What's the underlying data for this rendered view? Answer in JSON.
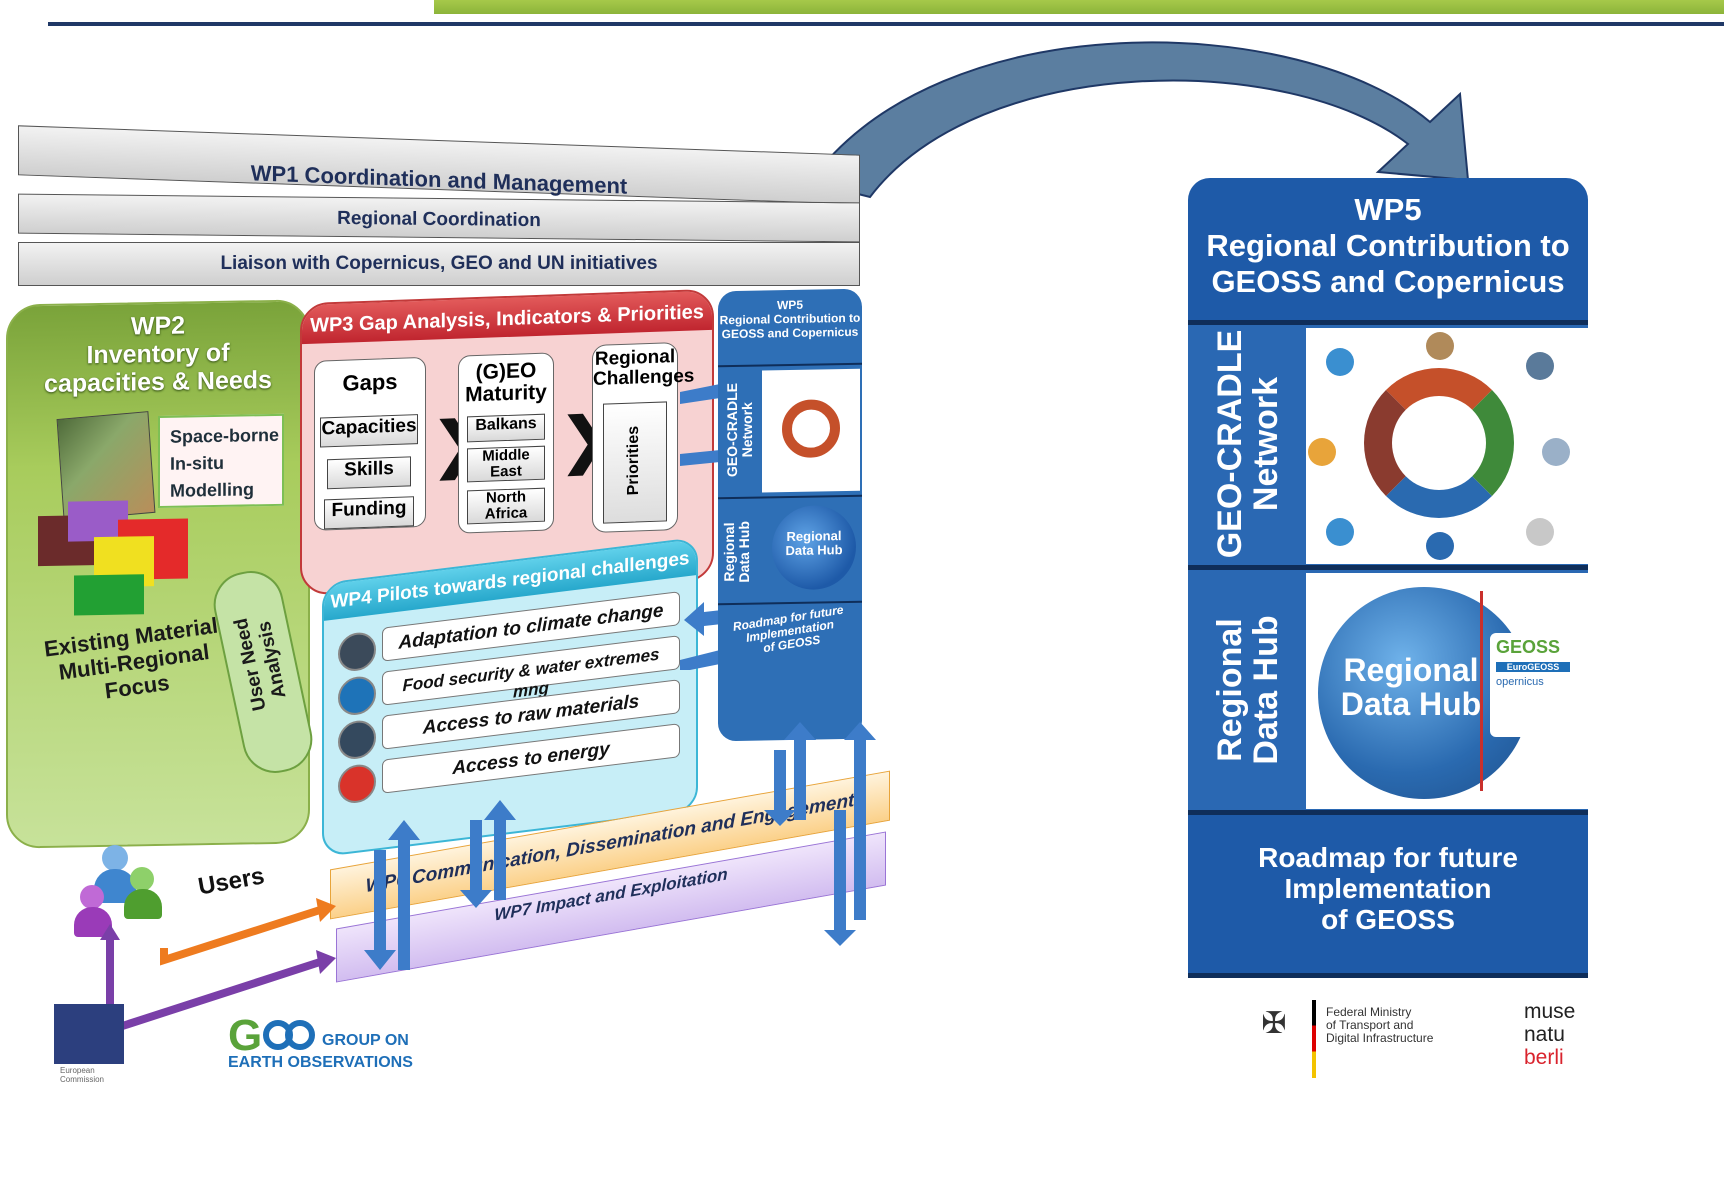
{
  "wp1": {
    "title": "WP1 Coordination and Management",
    "regional": "Regional Coordination",
    "liaison": "Liaison with Copernicus, GEO and UN initiatives"
  },
  "wp2": {
    "title_lines": [
      "WP2",
      "Inventory of",
      "capacities & Needs"
    ],
    "data_sources": [
      "Space-borne",
      "In-situ",
      "Modelling"
    ],
    "existing": [
      "Existing Material",
      "Multi-Regional",
      "Focus"
    ],
    "user_need": [
      "User Need",
      "Analysis"
    ]
  },
  "wp3": {
    "title": "WP3 Gap Analysis, Indicators & Priorities",
    "gaps_label": "Gaps",
    "gaps": [
      "Capacities",
      "Skills",
      "Funding"
    ],
    "maturity_label": [
      "(G)EO",
      "Maturity"
    ],
    "regions": [
      "Balkans",
      "Middle East",
      "North Africa"
    ],
    "challenges_label": [
      "Regional",
      "Challenges"
    ],
    "priorities": "Priorities"
  },
  "wp4": {
    "title": "WP4 Pilots towards regional challenges",
    "pilots": [
      "Adaptation to climate change",
      "Food security & water extremes mng",
      "Access to raw materials",
      "Access to energy"
    ]
  },
  "wp5_small": {
    "title_lines": [
      "WP5",
      "Regional Contribution to",
      "GEOSS and Copernicus"
    ],
    "network": [
      "GEO-CRADLE",
      "Network"
    ],
    "hub_side": [
      "Regional",
      "Data Hub"
    ],
    "hub": [
      "Regional",
      "Data Hub"
    ],
    "roadmap": [
      "Roadmap for future",
      "Implementation",
      "of GEOSS"
    ]
  },
  "wp6": "WP6 Communication, Dissemination and Engagement",
  "wp7": "WP7 Impact and Exploitation",
  "users": "Users",
  "wp5_large": {
    "title_lines": [
      "WP5",
      "Regional Contribution to",
      "GEOSS and Copernicus"
    ],
    "network": [
      "GEO-CRADLE",
      "Network"
    ],
    "hub_side": [
      "Regional",
      "Data Hub"
    ],
    "hub": [
      "Regional",
      "Data Hub"
    ],
    "roadmap": [
      "Roadmap for future",
      "Implementation",
      "of GEOSS"
    ],
    "hub_logos": [
      "GEOSS",
      "EuroGEOSS",
      "opernicus"
    ]
  },
  "footer": {
    "ec": [
      "European",
      "Commission"
    ],
    "geo_group": [
      "GROUP ON",
      "EARTH OBSERVATIONS"
    ],
    "ministry": [
      "Federal Ministry",
      "of Transport and",
      "Digital Infrastructure"
    ],
    "museum": [
      "muse",
      "natu",
      "berli"
    ]
  },
  "colors": {
    "navy": "#1f3866",
    "wp2_green": "#8cb43a",
    "wp3_red": "#c0252f",
    "wp4_cyan": "#27a8cc",
    "wp5_blue": "#1e5aa8",
    "wp6_orange": "#e8a43a",
    "wp7_purple": "#9a74d6"
  }
}
